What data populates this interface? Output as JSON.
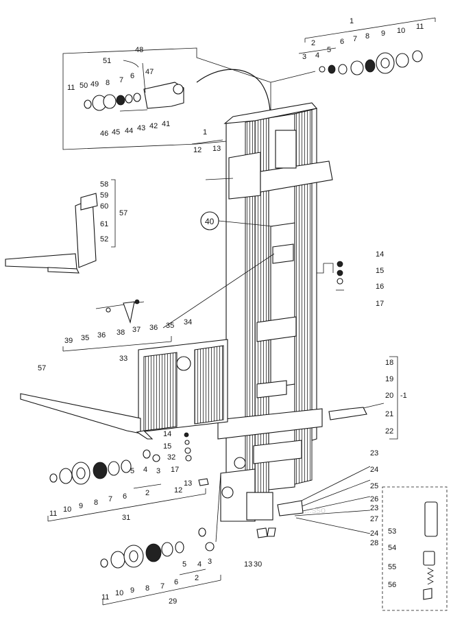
{
  "watermark": "...sso",
  "labels": {
    "l1_top": "1",
    "l2_top": "2",
    "l3_top": "3",
    "l4_top": "4",
    "l5_top": "5",
    "l6_top": "6",
    "l7_top": "7",
    "l8_top": "8",
    "l9_top": "9",
    "l10_top": "10",
    "l11_top": "11",
    "l51": "51",
    "l48": "48",
    "l11_inset": "11",
    "l50": "50",
    "l49": "49",
    "l8_inset": "8",
    "l7_inset": "7",
    "l6_inset": "6",
    "l47": "47",
    "l46": "46",
    "l45": "45",
    "l44": "44",
    "l43": "43",
    "l42": "42",
    "l41": "41",
    "l1_mid": "1",
    "l12_mid": "12",
    "l13_mid": "13",
    "l58": "58",
    "l59": "59",
    "l60": "60",
    "l57_side": "57",
    "l61": "61",
    "l52": "52",
    "l40": "40",
    "l14_r": "14",
    "l15_r": "15",
    "l16_r": "16",
    "l17_r": "17",
    "l34": "34",
    "l35a": "35",
    "l36a": "36",
    "l38": "38",
    "l37": "37",
    "l36b": "36",
    "l35b": "35",
    "l39": "39",
    "l33": "33",
    "l57_fork": "57",
    "l18": "18",
    "l19": "19",
    "l20": "20",
    "l1_r": "-1",
    "l21": "21",
    "l22": "22",
    "l14_c": "14",
    "l15_c": "15",
    "l32": "32",
    "l17_c": "17",
    "l11_b": "11",
    "l10_b": "10",
    "l9_b": "9",
    "l8_b": "8",
    "l7_b": "7",
    "l6_b": "6",
    "l5_b": "5",
    "l4_b": "4",
    "l3_b": "3",
    "l2_b": "2",
    "l31": "31",
    "l13_b": "13",
    "l12_b": "12",
    "l23a": "23",
    "l24a": "24",
    "l25": "25",
    "l26": "26",
    "l23b": "23",
    "l27": "27",
    "l24b": "24",
    "l28": "28",
    "l13_c": "13",
    "l30": "30",
    "l53": "53",
    "l54": "54",
    "l55": "55",
    "l56": "56",
    "l11_c": "11",
    "l10_c": "10",
    "l9_c": "9",
    "l8_c": "8",
    "l7_c": "7",
    "l6_c": "6",
    "l5_c": "5",
    "l4_c": "4",
    "l3_c": "3",
    "l2_c": "2",
    "l29": "29"
  }
}
